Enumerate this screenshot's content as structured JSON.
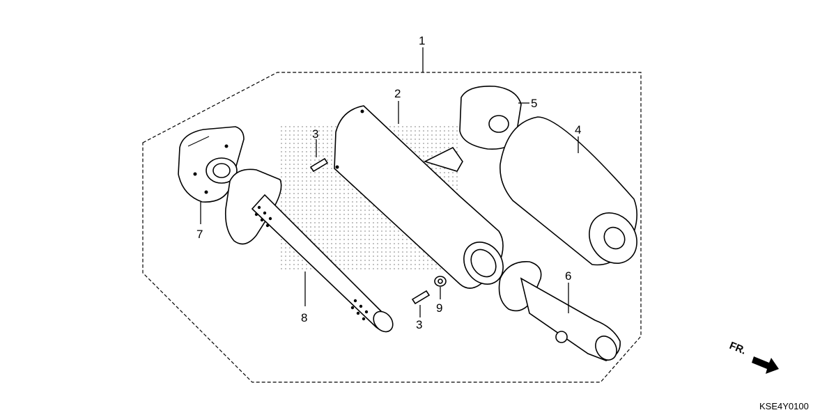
{
  "diagram": {
    "callouts": {
      "c1": "1",
      "c2": "2",
      "c3a": "3",
      "c3b": "3",
      "c4": "4",
      "c5": "5",
      "c6": "6",
      "c7": "7",
      "c8": "8",
      "c9": "9"
    },
    "front_marker": "FR.",
    "diagram_code": "KSE4Y0100"
  }
}
